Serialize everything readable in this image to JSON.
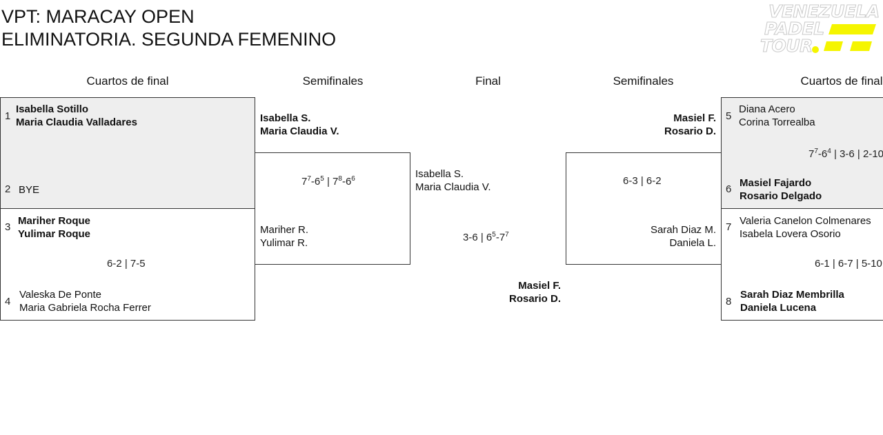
{
  "header": {
    "title_line1": "VPT: MARACAY OPEN",
    "title_line2": "ELIMINATORIA. SEGUNDA FEMENINO"
  },
  "logo": {
    "line1": "VENEZUELA",
    "line2": "PADEL",
    "line3": "TOUR",
    "accent_color": "#f5f500"
  },
  "rounds": {
    "qf_left": "Cuartos de final",
    "sf_left": "Semifinales",
    "final": "Final",
    "sf_right": "Semifinales",
    "qf_right": "Cuartos de final"
  },
  "qf_left": {
    "m1": {
      "top_seed": "1",
      "top_p1": "Isabella Sotillo",
      "top_p2": "Maria Claudia Valladares",
      "bottom_seed": "2",
      "bottom_p1": "BYE"
    },
    "m2": {
      "top_seed": "3",
      "top_p1": "Mariher Roque",
      "top_p2": "Yulimar Roque",
      "score": "6-2 | 7-5",
      "bottom_seed": "4",
      "bottom_p1": "Valeska De Ponte",
      "bottom_p2": "Maria Gabriela Rocha Ferrer"
    }
  },
  "sf_left": {
    "top_p1": "Isabella S.",
    "top_p2": "Maria Claudia V.",
    "score": {
      "s1a": "7",
      "s1a_tb": "7",
      "s1b": "6",
      "s1b_tb": "5",
      "s2a": "7",
      "s2a_tb": "8",
      "s2b": "6",
      "s2b_tb": "6"
    },
    "bottom_p1": "Mariher R.",
    "bottom_p2": "Yulimar R."
  },
  "final": {
    "top_p1": "Isabella S.",
    "top_p2": "Maria Claudia V.",
    "score": {
      "s1": "3-6",
      "s2a": "6",
      "s2a_tb": "5",
      "s2b": "7",
      "s2b_tb": "7"
    },
    "winner_p1": "Masiel F.",
    "winner_p2": "Rosario D."
  },
  "sf_right": {
    "top_p1": "Masiel F.",
    "top_p2": "Rosario D.",
    "score": "6-3 | 6-2",
    "bottom_p1": "Sarah Diaz M.",
    "bottom_p2": "Daniela L."
  },
  "qf_right": {
    "m3": {
      "top_seed": "5",
      "top_p1": "Diana Acero",
      "top_p2": "Corina Torrealba",
      "score": {
        "s1a": "7",
        "s1a_tb": "7",
        "s1b": "6",
        "s1b_tb": "4",
        "rest": "3-6 | 2-10"
      },
      "bottom_seed": "6",
      "bottom_p1": "Masiel Fajardo",
      "bottom_p2": "Rosario Delgado"
    },
    "m4": {
      "top_seed": "7",
      "top_p1": "Valeria Canelon Colmenares",
      "top_p2": "Isabela Lovera Osorio",
      "score": "6-1 | 6-7 | 5-10",
      "bottom_seed": "8",
      "bottom_p1": "Sarah Diaz Membrilla",
      "bottom_p2": "Daniela Lucena"
    }
  }
}
